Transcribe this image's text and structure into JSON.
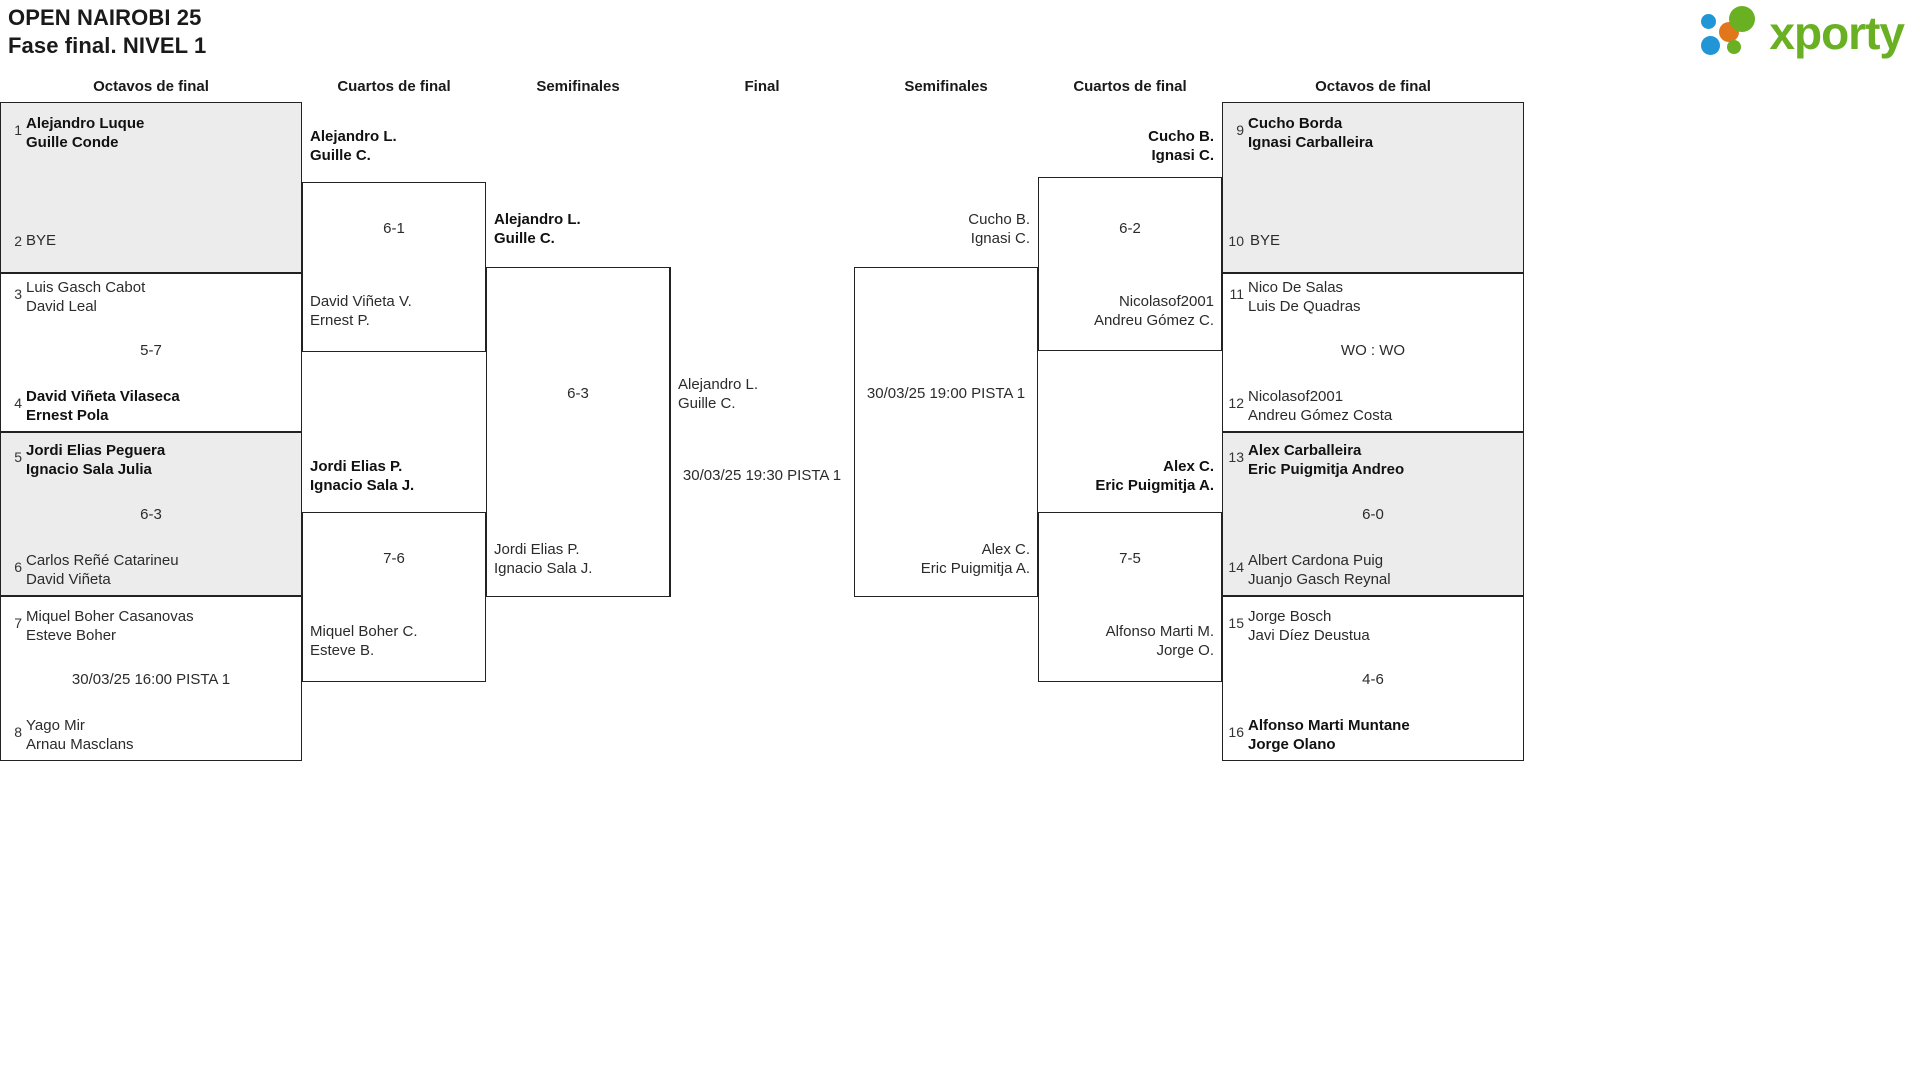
{
  "header": {
    "title_line1": "OPEN NAIROBI 25",
    "title_line2": "Fase final. NIVEL 1",
    "logo_word": "xporty",
    "logo_colors": {
      "blue": "#2196d6",
      "orange": "#e2761b",
      "green": "#6ab023"
    }
  },
  "rounds": {
    "left_r16": "Octavos de final",
    "left_qf": "Cuartos de final",
    "left_sf": "Semifinales",
    "final": "Final",
    "right_sf": "Semifinales",
    "right_qf": "Cuartos de final",
    "right_r16": "Octavos de final"
  },
  "bracket_data": {
    "type": "tournament-bracket",
    "size": 16,
    "left": {
      "r16": [
        {
          "seed": "1",
          "p1": "Alejandro Luque",
          "p2": "Guille Conde",
          "winner": true,
          "shaded": true
        },
        {
          "seed": "2",
          "p1": "BYE",
          "p2": "",
          "winner": false,
          "shaded": true
        },
        {
          "seed": "3",
          "p1": "Luis Gasch Cabot",
          "p2": "David Leal",
          "winner": false,
          "shaded": false
        },
        {
          "seed": "4",
          "p1": "David Viñeta Vilaseca",
          "p2": "Ernest Pola",
          "winner": true,
          "shaded": false
        },
        {
          "seed": "5",
          "p1": "Jordi Elias Peguera",
          "p2": "Ignacio Sala Julia",
          "winner": true,
          "shaded": true
        },
        {
          "seed": "6",
          "p1": "Carlos Reñé Catarineu",
          "p2": "David Viñeta",
          "winner": false,
          "shaded": true
        },
        {
          "seed": "7",
          "p1": "Miquel Boher Casanovas",
          "p2": "Esteve Boher",
          "winner": false,
          "shaded": false
        },
        {
          "seed": "8",
          "p1": "Yago Mir",
          "p2": "Arnau Masclans",
          "winner": false,
          "shaded": false
        }
      ],
      "r16_results": [
        {
          "score": "",
          "sched": ""
        },
        {
          "score": "5-7",
          "sched": ""
        },
        {
          "score": "6-3",
          "sched": ""
        },
        {
          "score": "",
          "sched": "30/03/25 16:00 PISTA 1"
        }
      ],
      "qf": [
        {
          "p1": "Alejandro L.",
          "p2": "Guille C.",
          "winner": true
        },
        {
          "p1": "David Viñeta V.",
          "p2": "Ernest P.",
          "winner": false
        },
        {
          "p1": "Jordi Elias P.",
          "p2": "Ignacio Sala J.",
          "winner": true
        },
        {
          "p1": "Miquel Boher C.",
          "p2": "Esteve B.",
          "winner": false
        }
      ],
      "qf_results": [
        {
          "score": "6-1"
        },
        {
          "score": "7-6"
        }
      ],
      "sf": [
        {
          "p1": "Alejandro L.",
          "p2": "Guille C.",
          "winner": true
        },
        {
          "p1": "Jordi Elias P.",
          "p2": "Ignacio Sala J.",
          "winner": false
        }
      ],
      "sf_results": [
        {
          "score": "6-3"
        }
      ]
    },
    "final": {
      "p1": "Alejandro L.",
      "p2": "Guille C.",
      "winner": false,
      "sched": "30/03/25 19:30 PISTA 1"
    },
    "right": {
      "r16": [
        {
          "seed": "9",
          "p1": "Cucho Borda",
          "p2": "Ignasi Carballeira",
          "winner": true,
          "shaded": true
        },
        {
          "seed": "10",
          "p1": "BYE",
          "p2": "",
          "winner": false,
          "shaded": true
        },
        {
          "seed": "11",
          "p1": "Nico De Salas",
          "p2": "Luis De Quadras",
          "winner": false,
          "shaded": false
        },
        {
          "seed": "12",
          "p1": "Nicolasof2001",
          "p2": "Andreu Gómez Costa",
          "winner": false,
          "shaded": false
        },
        {
          "seed": "13",
          "p1": "Alex Carballeira",
          "p2": "Eric Puigmitja Andreo",
          "winner": true,
          "shaded": true
        },
        {
          "seed": "14",
          "p1": "Albert Cardona Puig",
          "p2": "Juanjo Gasch Reynal",
          "winner": false,
          "shaded": true
        },
        {
          "seed": "15",
          "p1": "Jorge Bosch",
          "p2": "Javi Díez Deustua",
          "winner": false,
          "shaded": false
        },
        {
          "seed": "16",
          "p1": "Alfonso Marti Muntane",
          "p2": "Jorge Olano",
          "winner": true,
          "shaded": false
        }
      ],
      "r16_results": [
        {
          "score": "",
          "sched": ""
        },
        {
          "score": "WO : WO",
          "sched": ""
        },
        {
          "score": "6-0",
          "sched": ""
        },
        {
          "score": "4-6",
          "sched": ""
        }
      ],
      "qf": [
        {
          "p1": "Cucho B.",
          "p2": "Ignasi C.",
          "winner": true
        },
        {
          "p1": "Nicolasof2001",
          "p2": "Andreu Gómez C.",
          "winner": false
        },
        {
          "p1": "Alex C.",
          "p2": "Eric Puigmitja A.",
          "winner": true
        },
        {
          "p1": "Alfonso Marti M.",
          "p2": "Jorge O.",
          "winner": false
        }
      ],
      "qf_results": [
        {
          "score": "6-2"
        },
        {
          "score": "7-5"
        }
      ],
      "sf": [
        {
          "p1": "Cucho B.",
          "p2": "Ignasi C.",
          "winner": false
        },
        {
          "p1": "Alex C.",
          "p2": "Eric Puigmitja A.",
          "winner": false
        }
      ],
      "sf_results": [
        {
          "sched": "30/03/25 19:00 PISTA 1"
        }
      ]
    }
  }
}
